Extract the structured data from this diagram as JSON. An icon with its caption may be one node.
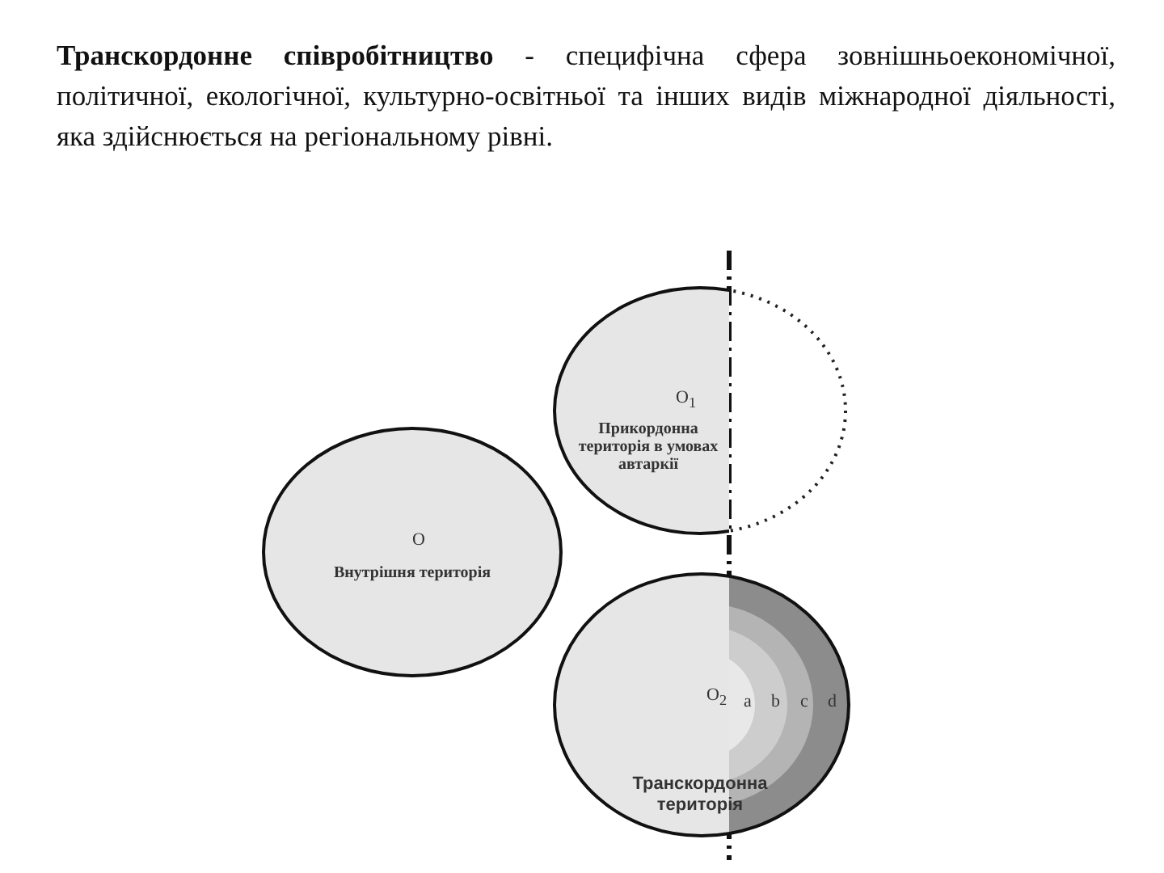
{
  "diagram": {
    "title": "**Транскордонне співробітництво** - специфічна сфера зовнішньоекономічної, політичної, екологічної, культурно-освітньої та інших видів міжнародної діяльності, яка здійснюється на регіональному рівні.",
    "nodes": [
      {
        "text": [
          "Прикордонна територія в умовах автаркії"
        ]
      },
      {
        "text": [
          "Внутрішня територія"
        ]
      },
      {
        "text": [
          "Транскордонна територія"
        ]
      }
    ],
    "labels": [
      "O$_{1}$",
      "O",
      "O$_{2}$",
      "a",
      "b",
      "c",
      "d"
    ]
  }
}
